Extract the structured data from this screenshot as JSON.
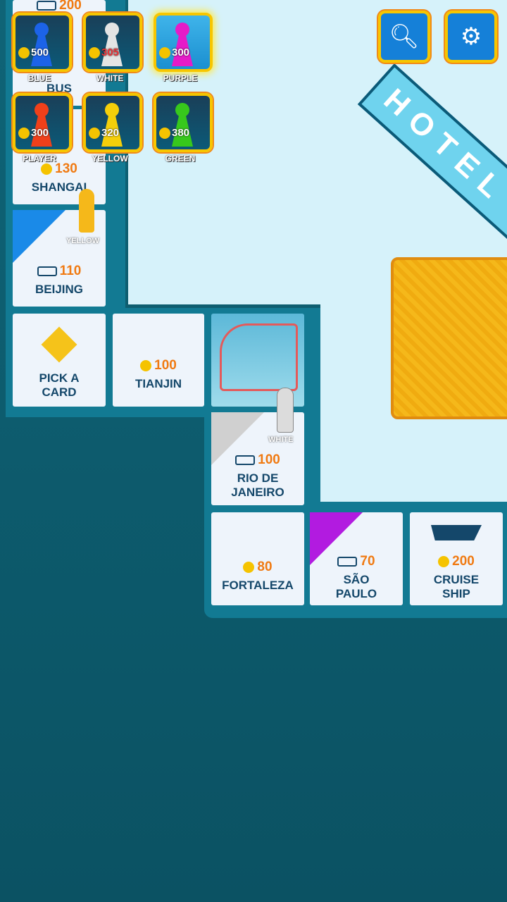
{
  "players": [
    {
      "name": "BLUE",
      "money": "500",
      "color": "#1c63e8"
    },
    {
      "name": "WHITE",
      "money": "305",
      "color": "#e4e4e4",
      "money_color": "#e8343a"
    },
    {
      "name": "PURPLE",
      "money": "300",
      "color": "#e51bc8",
      "active": true
    },
    {
      "name": "PLAYER",
      "money": "300",
      "color": "#f0401a"
    },
    {
      "name": "YELLOW",
      "money": "320",
      "color": "#f5cf0a"
    },
    {
      "name": "GREEN",
      "money": "380",
      "color": "#37c81c"
    }
  ],
  "toolbar": {
    "search_icon": "search-icon",
    "settings_icon": "gear-icon"
  },
  "board_sign": "HOTEL N",
  "tiles": {
    "bus": {
      "name": "BUS",
      "price": "200"
    },
    "shangai": {
      "name": "SHANGAI",
      "price": "130"
    },
    "beijing": {
      "name": "BEIJING",
      "price": "110",
      "owner_color": "#1a8ae8"
    },
    "pick_card": {
      "name": "PICK A CARD"
    },
    "tianjin": {
      "name": "TIANJIN",
      "price": "100"
    },
    "rio": {
      "name": "RIO DE JANEIRO",
      "price": "100",
      "owner_color": "#d0d0d0"
    },
    "fortaleza": {
      "name": "FORTALEZA",
      "price": "80"
    },
    "sao_paulo": {
      "name": "SÃO PAULO",
      "price": "70",
      "owner_color": "#b21be0"
    },
    "cruise": {
      "name": "CRUISE SHIP",
      "price": "200"
    }
  },
  "pawn_labels": {
    "yellow": "YELLOW",
    "white": "WHITE"
  }
}
